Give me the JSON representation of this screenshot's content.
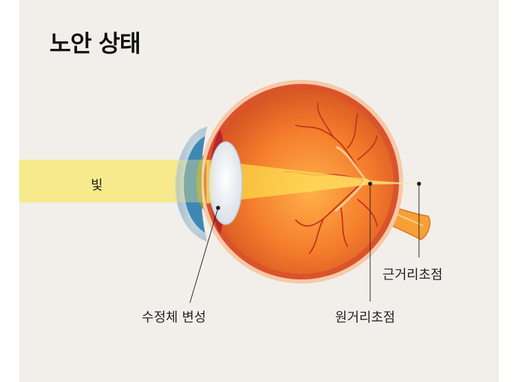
{
  "title": "노안 상태",
  "labels": {
    "light": "빛",
    "lens_degeneration": "수정체 변성",
    "far_focus": "원거리초점",
    "near_focus": "근거리초점"
  },
  "colors": {
    "background": "#f2efea",
    "light_beam": "#f7ea8c",
    "eyeball": "#ef7a2c",
    "sclera_edge": "#d9532b",
    "vessels": "#c8361c",
    "cornea": "#3f88b5"
  }
}
